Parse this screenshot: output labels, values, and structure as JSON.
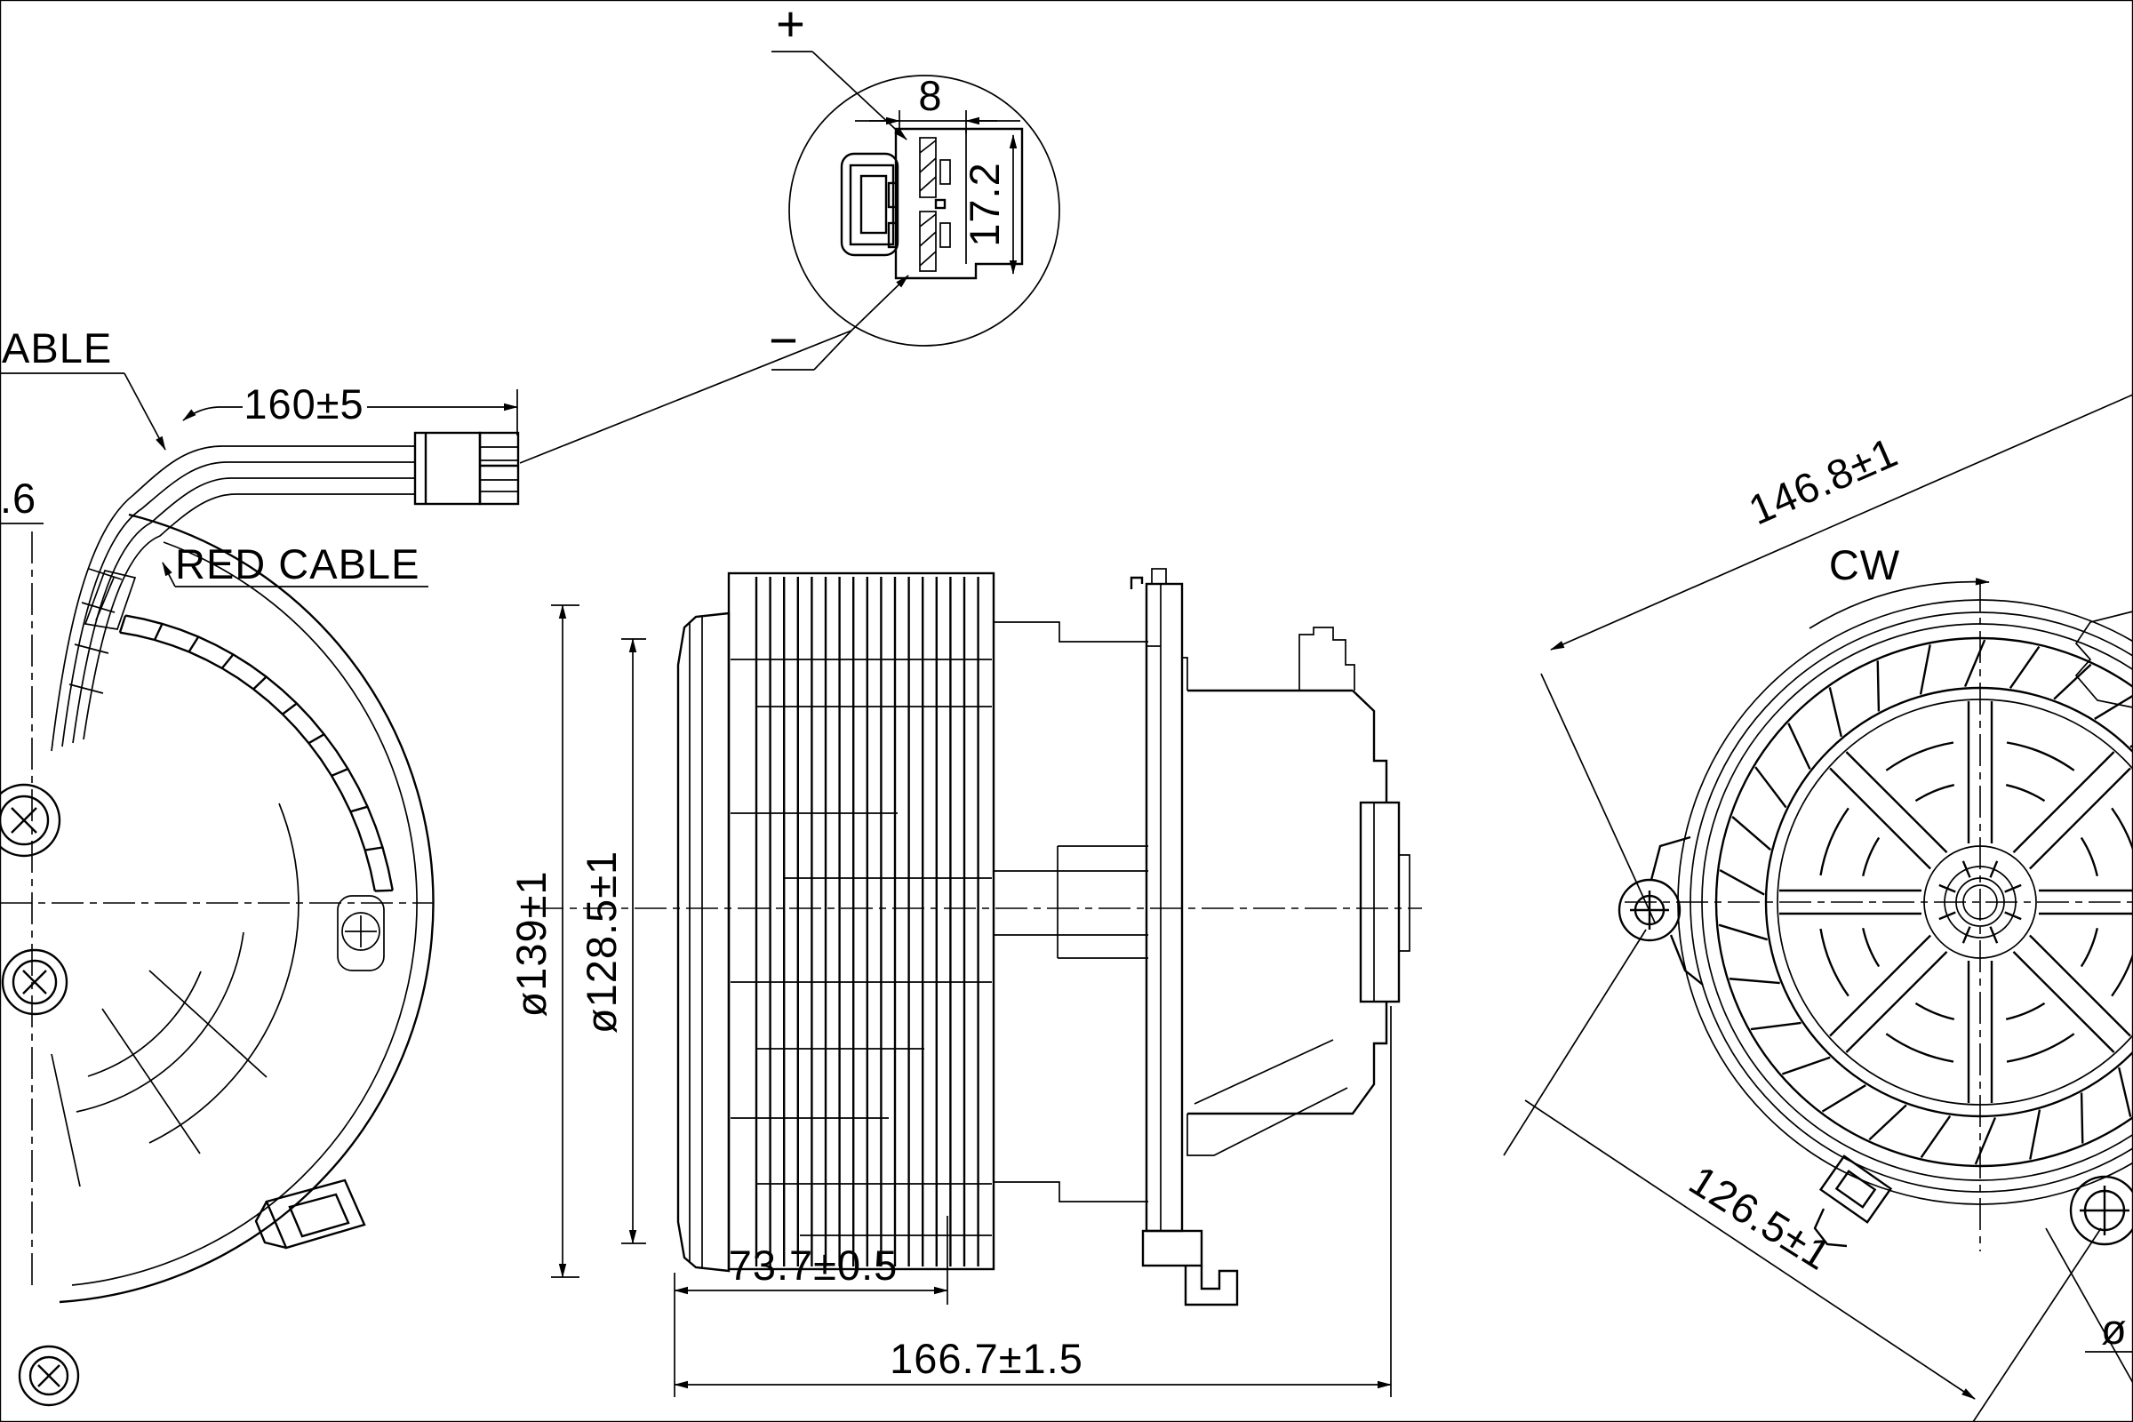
{
  "colors": {
    "line": "#000000",
    "background": "#ffffff"
  },
  "labels": {
    "black_cable_partial": "ABLE",
    "red_cable": "RED CABLE",
    "cable_length_dim": "160±5",
    "cable_diameter_partial": ".6",
    "polarity_positive": "+",
    "polarity_negative": "−",
    "terminal_width_dim": "8",
    "terminal_height_dim": "17.2",
    "fan_outer_diameter_dim": "ø139±1",
    "fan_inner_diameter_dim": "ø128.5±1",
    "fan_width_dim": "73.7±0.5",
    "overall_length_dim": "166.7±1.5",
    "mount_span_upper_dim": "146.8±1",
    "rotation_direction": "CW",
    "mount_span_lower_dim": "126.5±1",
    "partial_diameter_symbol": "ø"
  }
}
